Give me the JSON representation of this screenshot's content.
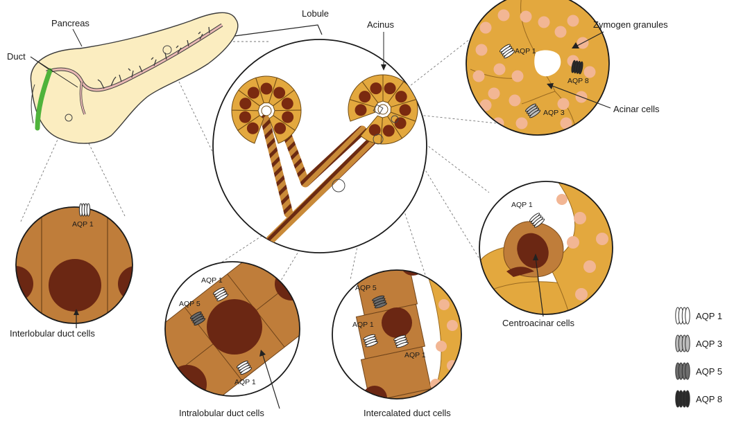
{
  "labels": {
    "pancreas": "Pancreas",
    "duct": "Duct",
    "lobule": "Lobule",
    "acinus": "Acinus",
    "zymogen": "Zymogen granules",
    "acinar": "Acinar cells",
    "centroacinar": "Centroacinar cells",
    "interlobular": "Interlobular duct cells",
    "intralobular": "Intralobular duct cells",
    "intercalated": "Intercalated duct cells"
  },
  "aqp_tags": {
    "acinar_aqp1": "AQP 1",
    "acinar_aqp8": "AQP 8",
    "acinar_aqp3": "AQP 3",
    "centro_aqp1": "AQP 1",
    "interlob_aqp1": "AQP 1",
    "intralob_aqp1_top": "AQP 1",
    "intralob_aqp5": "AQP 5",
    "intralob_aqp1_bottom": "AQP 1",
    "intercal_aqp5": "AQP 5",
    "intercal_aqp1_left": "AQP 1",
    "intercal_aqp1_right": "AQP 1"
  },
  "legend": [
    {
      "label": "AQP 1",
      "icon": "aqp1-channel-icon",
      "fill": "#ffffff"
    },
    {
      "label": "AQP 3",
      "icon": "aqp3-channel-icon",
      "fill": "#bdbdbd"
    },
    {
      "label": "AQP 5",
      "icon": "aqp5-channel-icon",
      "fill": "#6e6e6e"
    },
    {
      "label": "AQP 8",
      "icon": "aqp8-channel-icon",
      "fill": "#2a2a2a"
    }
  ],
  "colors": {
    "pancreas": "#fbedc0",
    "duct": "#e9b8b4",
    "duct_green": "#4fb33b",
    "acinar_cell": "#e3a83e",
    "nucleus": "#7a2a10",
    "granule": "#f2b694",
    "duct_cell": "#bf7d3a",
    "duct_cell_dark": "#a8652a",
    "duct_nucleus": "#6b2713"
  }
}
